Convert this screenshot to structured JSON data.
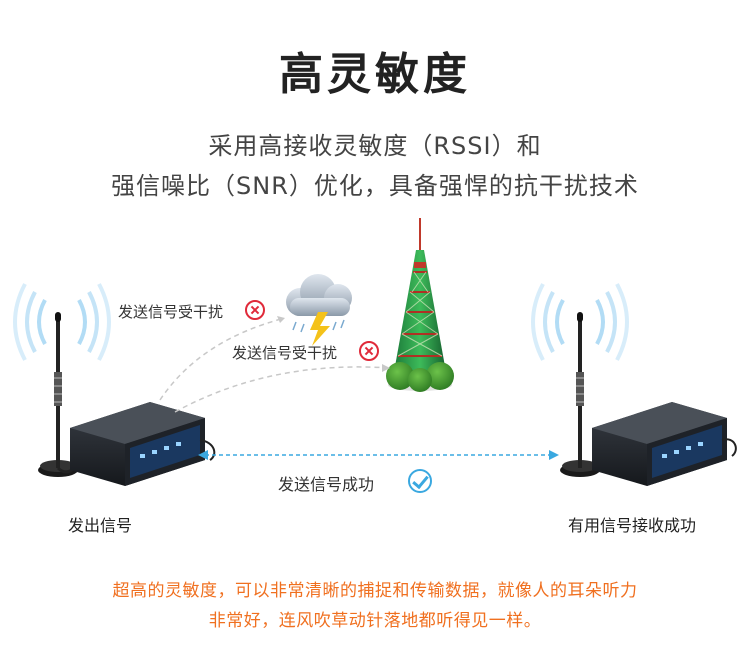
{
  "title": "高灵敏度",
  "subtitle": {
    "line1": "采用高接收灵敏度（RSSI）和",
    "line2": "强信噪比（SNR）优化，具备强悍的抗干扰技术"
  },
  "signals": {
    "interfered_1": "发送信号受干扰",
    "interfered_2": "发送信号受干扰",
    "success": "发送信号成功"
  },
  "captions": {
    "sender": "发出信号",
    "receiver": "有用信号接收成功"
  },
  "description": {
    "line1": "超高的灵敏度，可以非常清晰的捕捉和传输数据，就像人的耳朵听力",
    "line2": "非常好，连风吹草动针落地都听得见一样。"
  },
  "colors": {
    "accent_orange": "#f07020",
    "error_red": "#e02a3a",
    "ok_blue": "#3aa8e0",
    "link_blue": "#3aa8e0"
  },
  "icons": {
    "antenna_waves": "wifi-waves-icon",
    "storm_cloud": "storm-cloud-icon",
    "tower": "tv-tower-icon",
    "router": "router-device-icon"
  }
}
